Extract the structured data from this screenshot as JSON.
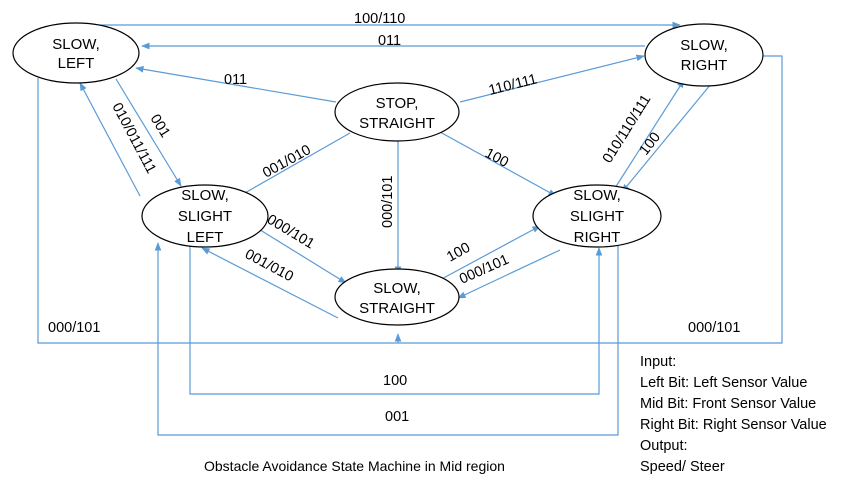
{
  "states": {
    "slow_left": [
      "SLOW,",
      "LEFT"
    ],
    "slow_right": [
      "SLOW,",
      "RIGHT"
    ],
    "stop_straight": [
      "STOP,",
      "STRAIGHT"
    ],
    "slow_slight_left": [
      "SLOW,",
      "SLIGHT",
      "LEFT"
    ],
    "slow_slight_right": [
      "SLOW,",
      "SLIGHT",
      "RIGHT"
    ],
    "slow_straight": [
      "SLOW,",
      "STRAIGHT"
    ]
  },
  "edge_labels": {
    "top_100_110": "100/110",
    "top_011": "011",
    "stop_to_left_011": "011",
    "stop_to_right_110_111": "110/111",
    "left_to_sl_001": "001",
    "sl_to_left_010_011_111": "010/011/111",
    "stop_to_sl_001_010": "001/010",
    "stop_to_straight_000_101": "000/101",
    "stop_to_sr_100": "100",
    "sr_to_right_010_110_111": "010/110/111",
    "right_to_sr_100": "100",
    "sl_to_straight_000_101": "000/101",
    "straight_to_sl_001_010": "001/010",
    "straight_to_sr_100": "100",
    "sr_to_straight_000_101": "000/101",
    "left_outer_000_101": "000/101",
    "right_outer_000_101": "000/101",
    "bottom_100": "100",
    "bottom_001": "001"
  },
  "legend": [
    "Input:",
    "Left Bit: Left Sensor Value",
    "Mid Bit: Front Sensor Value",
    "Right Bit: Right Sensor Value",
    "Output:",
    "Speed/ Steer"
  ],
  "caption": "Obstacle Avoidance State Machine in Mid region",
  "colors": {
    "edge": "#5b9bd5",
    "node_stroke": "#000000"
  }
}
